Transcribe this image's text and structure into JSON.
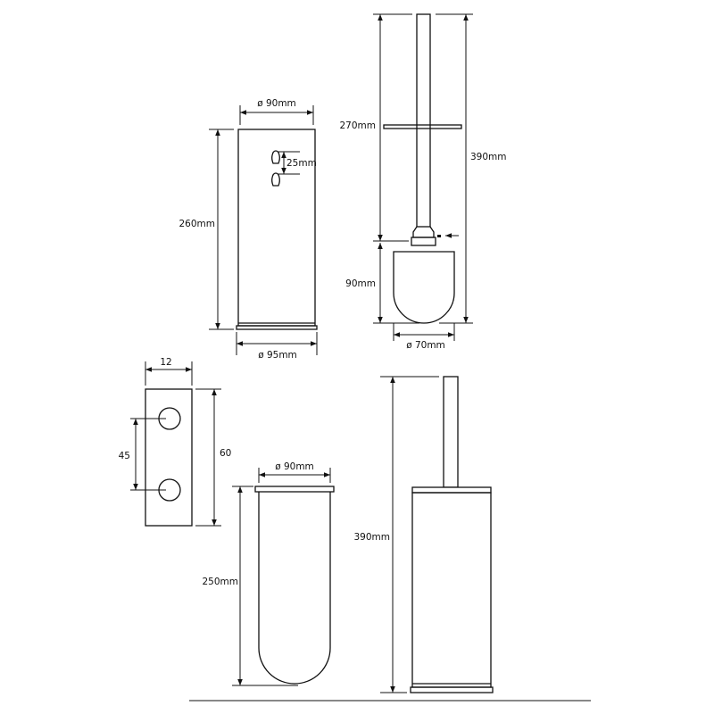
{
  "drawing": {
    "views": {
      "holder_front": {
        "width_top": "ø 90mm",
        "height": "260mm",
        "hole_spacing": "25mm",
        "width_bottom": "ø 95mm"
      },
      "brush": {
        "handle_length": "270mm",
        "total_height": "390mm",
        "head_height": "90mm",
        "head_diameter": "ø 70mm"
      },
      "wall_bracket": {
        "thickness": "12",
        "hole_spacing": "45",
        "height": "60"
      },
      "insert_cup": {
        "diameter": "ø 90mm",
        "height": "250mm"
      },
      "assembly": {
        "total_height": "390mm"
      }
    }
  }
}
